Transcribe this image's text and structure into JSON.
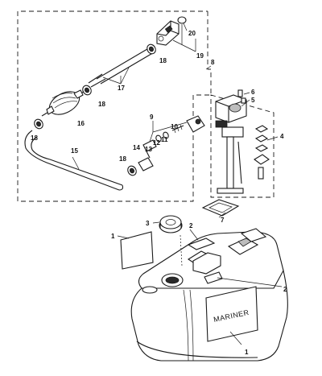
{
  "brand_label": "MARINER",
  "callouts": {
    "c1a": "1",
    "c1b": "1",
    "c2a": "2",
    "c2b": "2",
    "c3": "3",
    "c4": "4",
    "c5": "5",
    "c6": "6",
    "c7": "7",
    "c8": "8",
    "c9": "9",
    "c10": "10",
    "c11": "11",
    "c12": "12",
    "c13": "13",
    "c14": "14",
    "c15": "15",
    "c16": "16",
    "c17": "17",
    "c18a": "18",
    "c18b": "18",
    "c18c": "18",
    "c18d": "18",
    "c19": "19",
    "c20": "20"
  }
}
